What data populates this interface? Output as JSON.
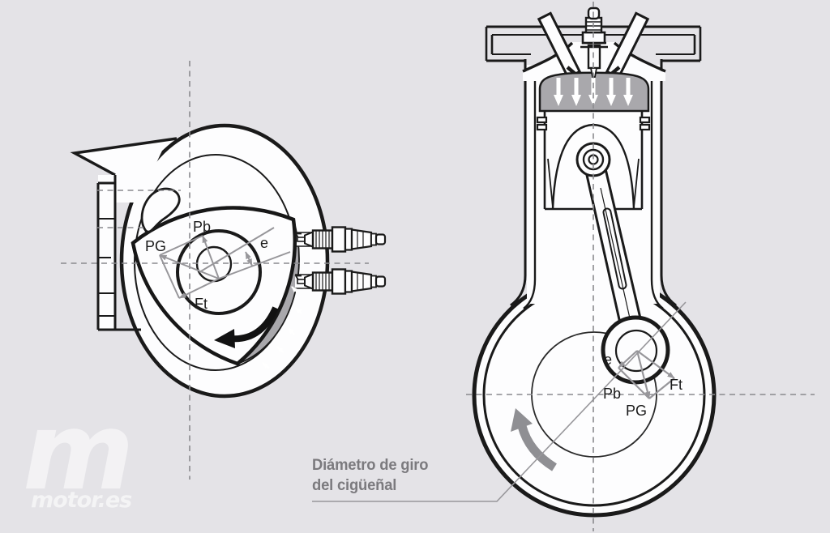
{
  "colors": {
    "background": "#e4e3e7",
    "ink": "#1a1a1a",
    "shade_gray": "#a9a8ac",
    "vector_gray": "#97969a",
    "caption_gray": "#7b7a7e",
    "watermark_white": "rgba(255,255,255,0.55)"
  },
  "rotary_diagram": {
    "labels": {
      "pb": "Pb",
      "pg": "PG",
      "ft": "Ft",
      "e": "e"
    }
  },
  "piston_diagram": {
    "labels": {
      "e": "e",
      "pb": "Pb",
      "ft": "Ft",
      "pg": "PG"
    }
  },
  "caption": {
    "line1": "Diámetro de giro",
    "line2": "del cigüeñal"
  },
  "watermark": {
    "logo_letter": "m",
    "brand_text": "motor.es"
  }
}
